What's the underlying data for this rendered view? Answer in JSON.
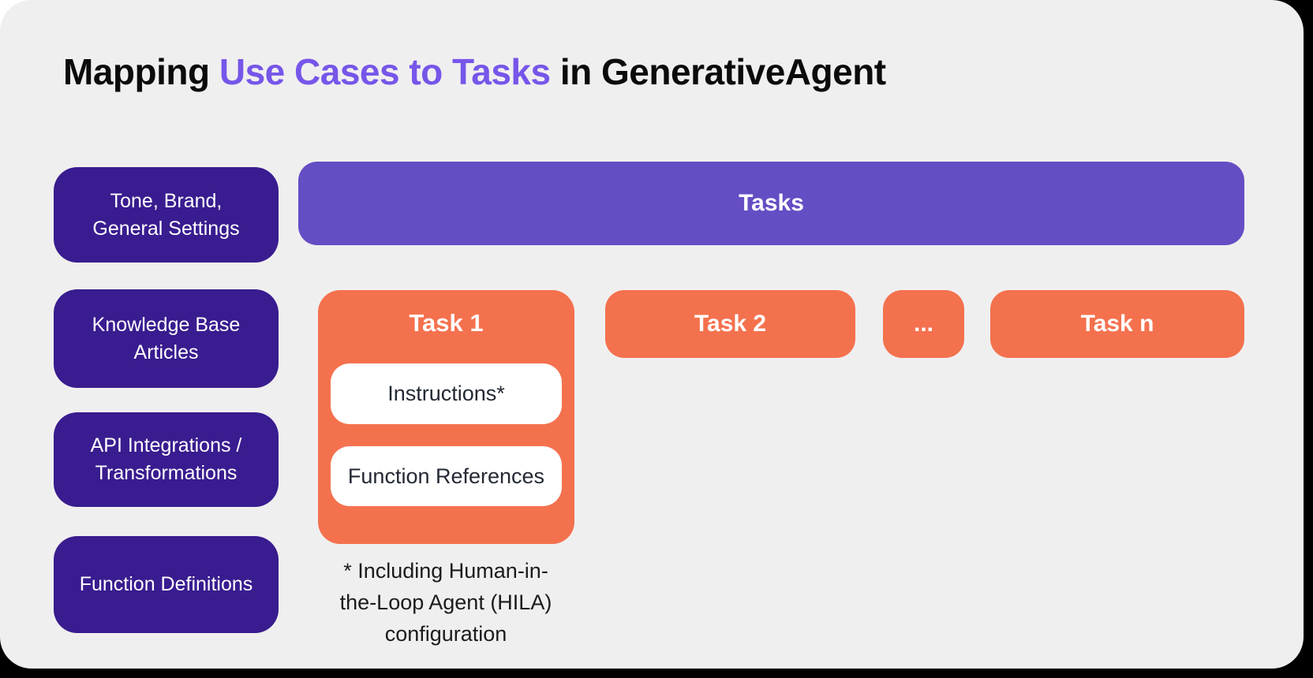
{
  "title": {
    "prefix": "Mapping ",
    "highlight": "Use Cases to Tasks",
    "suffix": " in GenerativeAgent"
  },
  "use_cases": [
    {
      "lines": [
        "Tone, Brand,",
        "General Settings"
      ]
    },
    {
      "lines": [
        "Knowledge Base",
        "Articles"
      ]
    },
    {
      "lines": [
        "API Integrations /",
        "Transformations"
      ]
    },
    {
      "lines": [
        "Function Definitions"
      ]
    }
  ],
  "tasks_bar": {
    "label": "Tasks"
  },
  "task1": {
    "label": "Task 1",
    "items": [
      {
        "label": "Instructions*"
      },
      {
        "label": "Function References"
      }
    ]
  },
  "other_tasks": [
    {
      "label": "Task 2"
    },
    {
      "label": "..."
    },
    {
      "label": "Task n"
    }
  ],
  "footnote": {
    "lines": [
      "* Including Human-in-",
      "the-Loop Agent (HILA)",
      "configuration"
    ]
  },
  "colors": {
    "outer_background": "#000000",
    "page_corner": "#FFFFFF",
    "card_background": "#F0EFEF",
    "dark_purple": "#391C8F",
    "tasks_bar_purple": "#654DC4",
    "title_highlight_purple": "#7656E9",
    "task_orange": "#F4714E",
    "title_text": "#0B0B0D",
    "sub_box_text": "#232933"
  }
}
